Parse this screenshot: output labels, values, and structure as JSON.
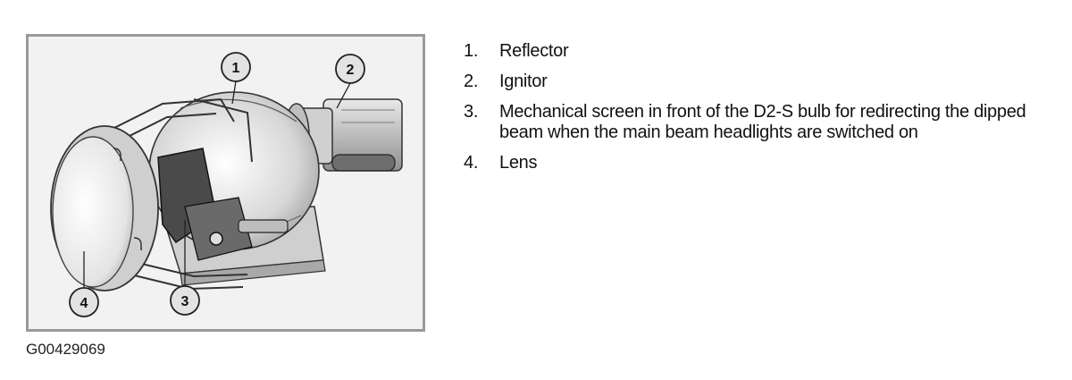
{
  "figure": {
    "id_label": "G00429069",
    "callouts": [
      "1",
      "2",
      "3",
      "4"
    ]
  },
  "legend": {
    "items": [
      {
        "number": "1.",
        "text": "Reflector"
      },
      {
        "number": "2.",
        "text": "Ignitor"
      },
      {
        "number": "3.",
        "text": "Mechanical screen in front of the D2-S bulb for redirecting the dipped beam when the main beam headlights are switched on"
      },
      {
        "number": "4.",
        "text": "Lens"
      }
    ]
  }
}
